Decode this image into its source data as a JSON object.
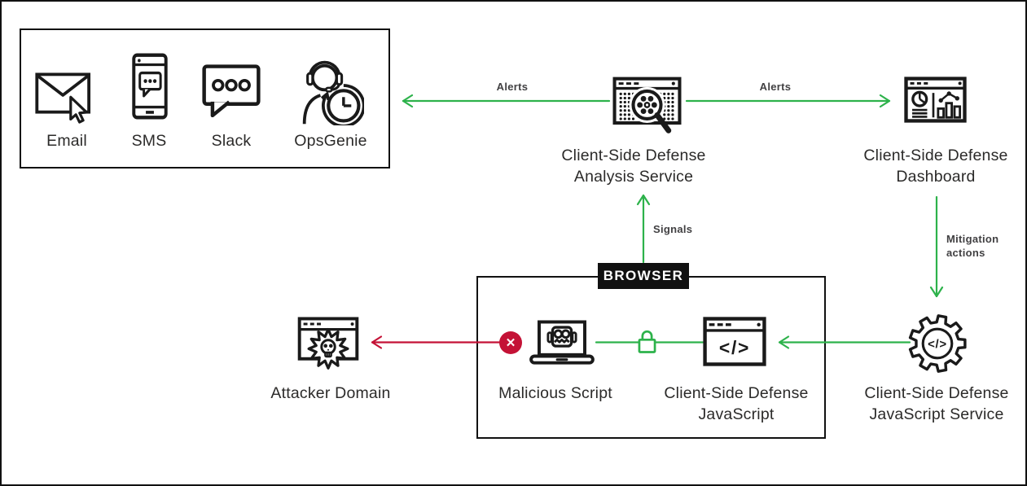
{
  "colors": {
    "green": "#2db24b",
    "red": "#c41236",
    "ink": "#1a1a1a"
  },
  "alert_channels": {
    "items": [
      {
        "label": "Email"
      },
      {
        "label": "SMS"
      },
      {
        "label": "Slack"
      },
      {
        "label": "OpsGenie"
      }
    ]
  },
  "nodes": {
    "analysis_service": {
      "label": "Client-Side Defense\nAnalysis Service"
    },
    "dashboard": {
      "label": "Client-Side Defense\nDashboard"
    },
    "attacker_domain": {
      "label": "Attacker Domain"
    },
    "malicious_script": {
      "label": "Malicious Script"
    },
    "csd_javascript": {
      "label": "Client-Side Defense\nJavaScript"
    },
    "csd_javascript_service": {
      "label": "Client-Side Defense\nJavaScript Service"
    },
    "browser": {
      "label": "BROWSER"
    }
  },
  "edges": {
    "alerts_left": {
      "label": "Alerts"
    },
    "alerts_right": {
      "label": "Alerts"
    },
    "signals": {
      "label": "Signals"
    },
    "mitigation": {
      "label": "Mitigation\nactions"
    }
  },
  "glyphs": {
    "code": "</>",
    "block": "✕"
  }
}
